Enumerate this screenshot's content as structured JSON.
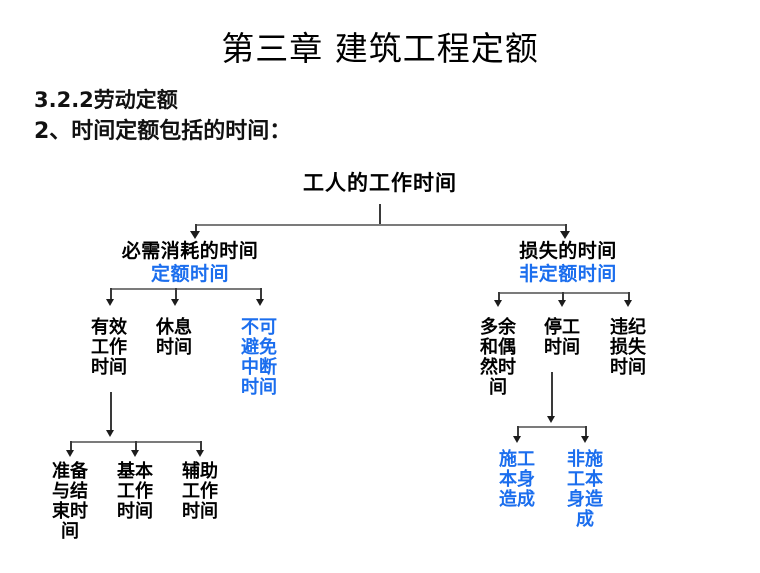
{
  "slide": {
    "title": "第三章 建筑工程定额",
    "subheading_1": "3.2.2劳动定额",
    "subheading_2": "2、时间定额包括的时间："
  },
  "colors": {
    "text": "#000000",
    "accent_blue": "#1B6EEE",
    "connector_gray": "#7B7B7B",
    "background": "#FFFFFF"
  },
  "diagram": {
    "type": "tree",
    "root": {
      "label": "工人的工作时间"
    },
    "branches": [
      {
        "id": "required",
        "title": "必需消耗的时间",
        "subtitle": "定额时间",
        "subtitle_color": "blue",
        "children": [
          {
            "id": "effective-work",
            "label": "有效\n工作\n时间",
            "color": "black",
            "children": [
              {
                "id": "prep-finish",
                "label": "准备\n与结\n束时\n间",
                "color": "black"
              },
              {
                "id": "basic-work",
                "label": "基本\n工作\n时间",
                "color": "black"
              },
              {
                "id": "aux-work",
                "label": "辅助\n工作\n时间",
                "color": "black"
              }
            ]
          },
          {
            "id": "rest-time",
            "label": "休息\n时间",
            "color": "black",
            "children": []
          },
          {
            "id": "unavoidable-break",
            "label": "不可\n避免\n中断\n时间",
            "color": "blue",
            "children": []
          }
        ]
      },
      {
        "id": "lost",
        "title": "损失的时间",
        "subtitle": "非定额时间",
        "subtitle_color": "blue",
        "children": [
          {
            "id": "surplus-accidental",
            "label": "多余\n和偶\n然时\n间",
            "color": "black",
            "children": []
          },
          {
            "id": "stoppage",
            "label": "停工\n时间",
            "color": "black",
            "children": [
              {
                "id": "construction-caused",
                "label": "施工\n本身\n造成",
                "color": "blue"
              },
              {
                "id": "non-construction-caused",
                "label": "非施\n工本\n身造\n成",
                "color": "blue"
              }
            ]
          },
          {
            "id": "discipline-loss",
            "label": "违纪\n损失\n时间",
            "color": "black",
            "children": []
          }
        ]
      }
    ]
  }
}
